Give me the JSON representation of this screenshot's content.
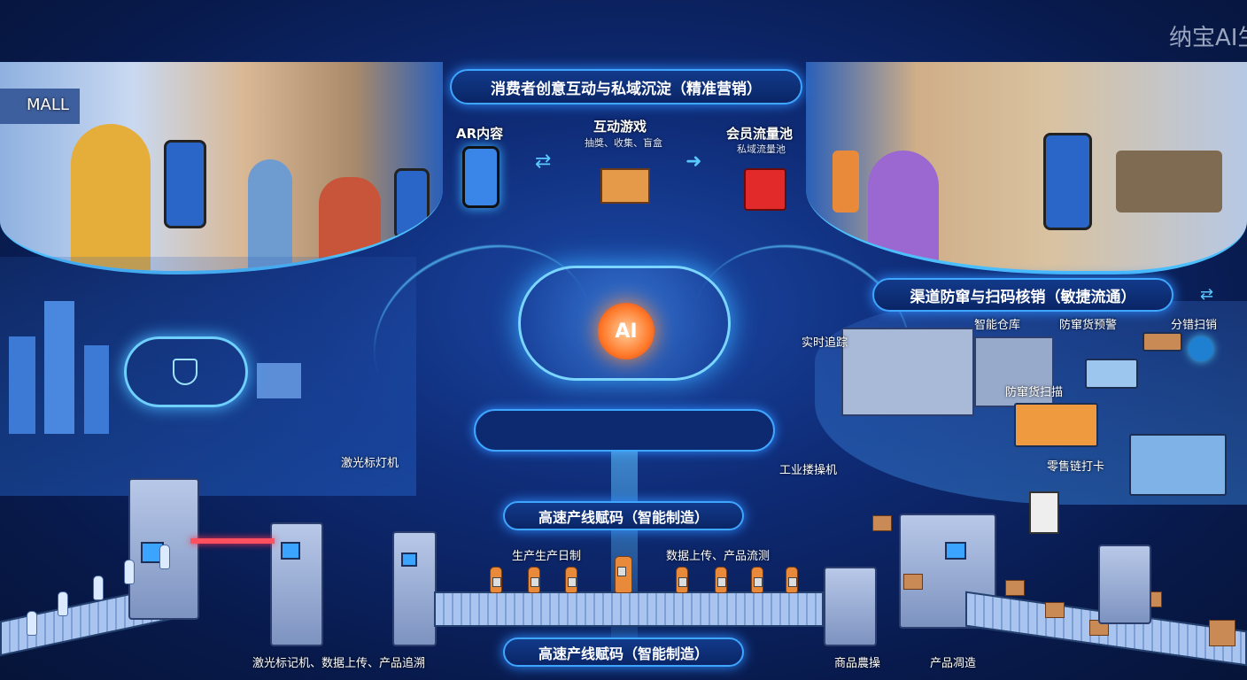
{
  "watermark": "纳宝AI生成",
  "consumer_section": {
    "title": "消费者创意互动与私域沉淀（精准营销）",
    "mall_sign": "MALL",
    "items": [
      {
        "label": "AR内容",
        "sub": ""
      },
      {
        "label": "互动游戏",
        "sub": "抽獎、收集、盲盒"
      },
      {
        "label": "会员流量池",
        "sub": "私域流量池"
      }
    ]
  },
  "center": {
    "ai_label": "AI"
  },
  "channel_section": {
    "title": "渠道防窜与扫码核销（敏捷流通）",
    "labels": {
      "tracking": "实时追踪",
      "warehouse": "智能仓库",
      "anti_diversion_alert": "防窜货预警",
      "sort_scan": "分错扫销",
      "anti_diversion_scan": "防窜货扫描",
      "retail_checkin": "零售链打卡"
    }
  },
  "manufacturing_section": {
    "title": "高速产线赋码（智能制造）",
    "bottom_title": "高速产线赋码（智能制造）",
    "labels": {
      "laser_machine": "激光标灯机",
      "industrial_machine": "工业搂操机",
      "production_date": "生产生产日制",
      "data_upload_test": "数据上传、产品流测",
      "laser_upload_trace": "激光标记机、数据上传、产品追溯",
      "goods_op": "商品農操",
      "product_make": "产品凋造"
    }
  },
  "colors": {
    "background": "#0a1e52",
    "accent": "#3fa6ff",
    "ai_orange": "#ff7a2a"
  }
}
